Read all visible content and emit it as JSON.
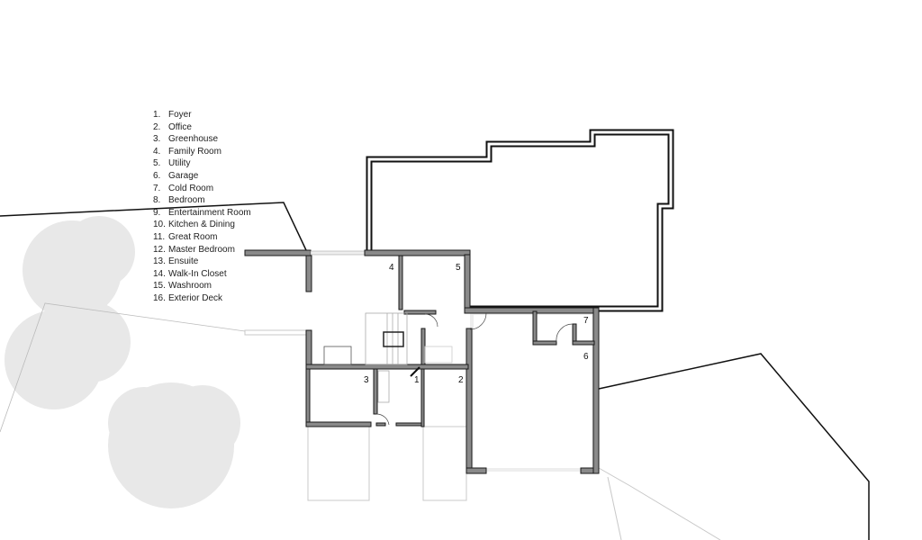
{
  "legend": [
    {
      "num": "1.",
      "label": "Foyer"
    },
    {
      "num": "2.",
      "label": "Office"
    },
    {
      "num": "3.",
      "label": "Greenhouse"
    },
    {
      "num": "4.",
      "label": "Family Room"
    },
    {
      "num": "5.",
      "label": "Utility"
    },
    {
      "num": "6.",
      "label": "Garage"
    },
    {
      "num": "7.",
      "label": "Cold Room"
    },
    {
      "num": "8.",
      "label": "Bedroom"
    },
    {
      "num": "9.",
      "label": "Entertainment Room"
    },
    {
      "num": "10.",
      "label": "Kitchen & Dining"
    },
    {
      "num": "11.",
      "label": "Great Room"
    },
    {
      "num": "12.",
      "label": "Master Bedroom"
    },
    {
      "num": "13.",
      "label": "Ensuite"
    },
    {
      "num": "14.",
      "label": "Walk-In Closet"
    },
    {
      "num": "15.",
      "label": "Washroom"
    },
    {
      "num": "16.",
      "label": "Exterior Deck"
    }
  ],
  "room_labels": {
    "foyer": "1",
    "office": "2",
    "greenhouse": "3",
    "family_room": "4",
    "utility": "5",
    "garage": "6",
    "cold_room": "7"
  },
  "colors": {
    "wall_fill": "#8a8a8a",
    "outline": "#111111",
    "tree": "#e6e6e6"
  }
}
